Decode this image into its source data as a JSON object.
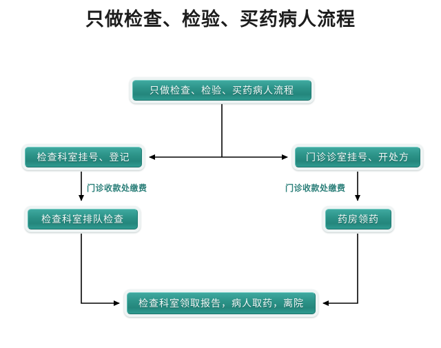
{
  "page": {
    "title": "只做检查、检验、买药病人流程",
    "background_color": "#ffffff"
  },
  "theme": {
    "box_fill_top": "#3fa9a0",
    "box_fill_bottom": "#24867c",
    "box_border_light": "#eef4f4",
    "box_text_color": "#f2fbfa",
    "title_text_color": "#1d1d1d",
    "edge_label_color": "#2b7f79",
    "connector_color": "#000000"
  },
  "chart_data": {
    "type": "diagram",
    "diagram_kind": "flowchart",
    "title": "只做检查、检验、买药病人流程",
    "orientation": "top-down, symmetric two-branch",
    "nodes": [
      {
        "id": "start",
        "label": "只做检查、检验、买药病人流程",
        "level": 0,
        "column": "center"
      },
      {
        "id": "exam_reg",
        "label": "检查科室挂号、登记",
        "level": 1,
        "column": "left"
      },
      {
        "id": "clinic_reg",
        "label": "门诊诊室挂号、开处方",
        "level": 1,
        "column": "right"
      },
      {
        "id": "exam_queue",
        "label": "检查科室排队检查",
        "level": 2,
        "column": "left"
      },
      {
        "id": "pharmacy",
        "label": "药房领药",
        "level": 2,
        "column": "right"
      },
      {
        "id": "end",
        "label": "检查科室领取报告，病人取药，离院",
        "level": 3,
        "column": "center"
      }
    ],
    "edges": [
      {
        "from": "start",
        "to": "exam_reg",
        "label": "",
        "arrow": "left"
      },
      {
        "from": "start",
        "to": "clinic_reg",
        "label": "",
        "arrow": "right"
      },
      {
        "from": "exam_reg",
        "to": "exam_queue",
        "label": "门诊收款处缴费",
        "arrow": "down"
      },
      {
        "from": "clinic_reg",
        "to": "pharmacy",
        "label": "门诊收款处缴费",
        "arrow": "down"
      },
      {
        "from": "exam_queue",
        "to": "end",
        "label": "",
        "arrow": "right"
      },
      {
        "from": "pharmacy",
        "to": "end",
        "label": "",
        "arrow": "left"
      }
    ]
  },
  "nodes": {
    "start": {
      "label": "只做检查、检验、买药病人流程"
    },
    "exam_reg": {
      "label": "检查科室挂号、登记"
    },
    "clinic_reg": {
      "label": "门诊诊室挂号、开处方"
    },
    "exam_queue": {
      "label": "检查科室排队检查"
    },
    "pharmacy": {
      "label": "药房领药"
    },
    "end": {
      "label": "检查科室领取报告，病人取药，离院"
    }
  },
  "edge_labels": {
    "left_payment": "门诊收款处缴费",
    "right_payment": "门诊收款处缴费"
  }
}
